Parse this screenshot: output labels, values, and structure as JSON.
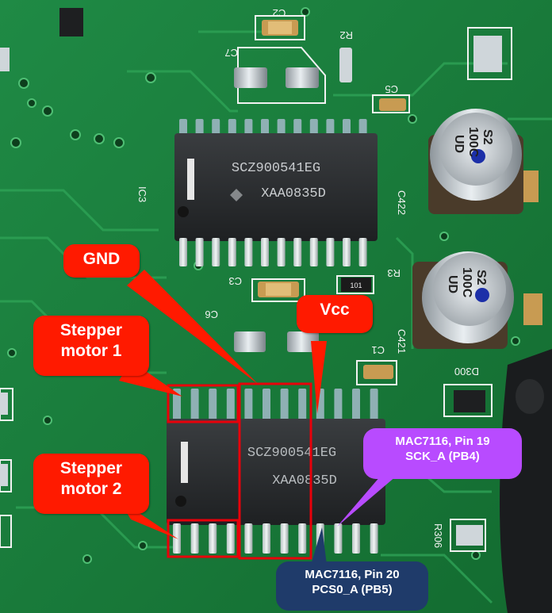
{
  "pcb_markings": {
    "ic_upper_part": "SCZ900541EG",
    "ic_upper_lot": "XAA0835D",
    "ic_upper_ref": "IC3",
    "ic_lower_part": "SCZ900541EG",
    "ic_lower_lot": "XAA0835D",
    "cap_top_left": "C2",
    "cap_c7": "C7",
    "res_r2": "R2",
    "cap_c5": "C5",
    "cap_c3": "C3",
    "res_r3": "R3",
    "cap_c6": "C6",
    "cap_c1": "C1",
    "cap_c422": "C422",
    "cap_c421": "C421",
    "diode_d300": "D300",
    "res_r306": "R306",
    "elcap_top_a": "S2",
    "elcap_top_b": "100C",
    "elcap_top_c": "UD",
    "elcap_bot_a": "S2",
    "elcap_bot_b": "100C",
    "elcap_bot_c": "UD",
    "res_101": "101"
  },
  "callouts": {
    "gnd": "GND",
    "vcc": "Vcc",
    "stepper1_line1": "Stepper",
    "stepper1_line2": "motor 1",
    "stepper2_line1": "Stepper",
    "stepper2_line2": "motor 2",
    "pin19_line1": "MAC7116, Pin 19",
    "pin19_line2": "SCK_A (PB4)",
    "pin20_line1": "MAC7116, Pin 20",
    "pin20_line2": "PCS0_A (PB5)"
  },
  "colors": {
    "board": "#1a7a3a",
    "callout_red": "#ff1a00",
    "callout_purple": "#b84bff",
    "callout_navy": "#1f3b6a",
    "highlight_box": "#e8000a"
  }
}
